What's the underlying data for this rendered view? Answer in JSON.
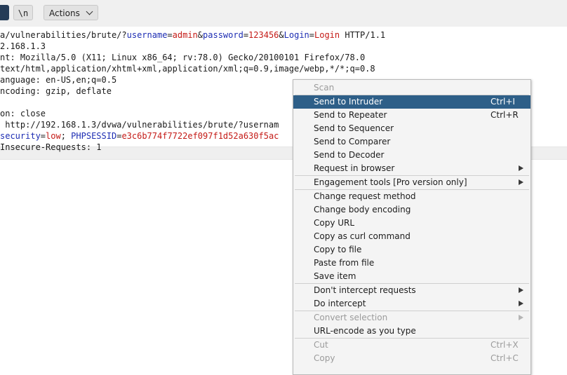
{
  "toolbar": {
    "newline_label": "\\n",
    "actions_label": "Actions"
  },
  "request": [
    [
      {
        "t": "a/vulnerabilities/brute/?",
        "c": ""
      },
      {
        "t": "username",
        "c": "k"
      },
      {
        "t": "=",
        "c": ""
      },
      {
        "t": "admin",
        "c": "v"
      },
      {
        "t": "&",
        "c": ""
      },
      {
        "t": "password",
        "c": "k"
      },
      {
        "t": "=",
        "c": ""
      },
      {
        "t": "123456",
        "c": "v"
      },
      {
        "t": "&",
        "c": ""
      },
      {
        "t": "Login",
        "c": "k"
      },
      {
        "t": "=",
        "c": ""
      },
      {
        "t": "Login",
        "c": "v"
      },
      {
        "t": " HTTP/1.1",
        "c": ""
      }
    ],
    [
      {
        "t": "2.168.1.3",
        "c": ""
      }
    ],
    [
      {
        "t": "nt: Mozilla/5.0 (X11; Linux x86_64; rv:78.0) Gecko/20100101 Firefox/78.0",
        "c": ""
      }
    ],
    [
      {
        "t": "text/html,application/xhtml+xml,application/xml;q=0.9,image/webp,*/*;q=0.8",
        "c": ""
      }
    ],
    [
      {
        "t": "anguage: en-US,en;q=0.5",
        "c": ""
      }
    ],
    [
      {
        "t": "ncoding: gzip, deflate",
        "c": ""
      }
    ],
    [
      {
        "t": "",
        "c": ""
      }
    ],
    [
      {
        "t": "on: close",
        "c": ""
      }
    ],
    [
      {
        "t": " http://192.168.1.3/dvwa/vulnerabilities/brute/?usernam",
        "c": ""
      }
    ],
    [
      {
        "t": "security",
        "c": "k"
      },
      {
        "t": "=",
        "c": ""
      },
      {
        "t": "low",
        "c": "v"
      },
      {
        "t": "; ",
        "c": ""
      },
      {
        "t": "PHPSESSID",
        "c": "k"
      },
      {
        "t": "=",
        "c": ""
      },
      {
        "t": "e3c6b774f7722ef097f1d52a630f5ac",
        "c": "v"
      }
    ],
    [
      {
        "t": "Insecure-Requests: 1",
        "c": ""
      }
    ]
  ],
  "menu": [
    {
      "type": "item",
      "label": "Scan",
      "disabled": true
    },
    {
      "type": "sep"
    },
    {
      "type": "item",
      "label": "Send to Intruder",
      "shortcut": "Ctrl+I",
      "highlighted": true
    },
    {
      "type": "item",
      "label": "Send to Repeater",
      "shortcut": "Ctrl+R"
    },
    {
      "type": "item",
      "label": "Send to Sequencer"
    },
    {
      "type": "item",
      "label": "Send to Comparer"
    },
    {
      "type": "item",
      "label": "Send to Decoder"
    },
    {
      "type": "item",
      "label": "Request in browser",
      "submenu": true
    },
    {
      "type": "sep"
    },
    {
      "type": "item",
      "label": "Engagement tools [Pro version only]",
      "submenu": true
    },
    {
      "type": "sep"
    },
    {
      "type": "item",
      "label": "Change request method"
    },
    {
      "type": "item",
      "label": "Change body encoding"
    },
    {
      "type": "item",
      "label": "Copy URL"
    },
    {
      "type": "item",
      "label": "Copy as curl command"
    },
    {
      "type": "item",
      "label": "Copy to file"
    },
    {
      "type": "item",
      "label": "Paste from file"
    },
    {
      "type": "item",
      "label": "Save item"
    },
    {
      "type": "sep"
    },
    {
      "type": "item",
      "label": "Don't intercept requests",
      "submenu": true
    },
    {
      "type": "item",
      "label": "Do intercept",
      "submenu": true
    },
    {
      "type": "sep"
    },
    {
      "type": "item",
      "label": "Convert selection",
      "submenu": true,
      "disabled": true
    },
    {
      "type": "item",
      "label": "URL-encode as you type"
    },
    {
      "type": "sep"
    },
    {
      "type": "item",
      "label": "Cut",
      "shortcut": "Ctrl+X",
      "disabled": true
    },
    {
      "type": "item",
      "label": "Copy",
      "shortcut": "Ctrl+C",
      "disabled": true
    }
  ]
}
